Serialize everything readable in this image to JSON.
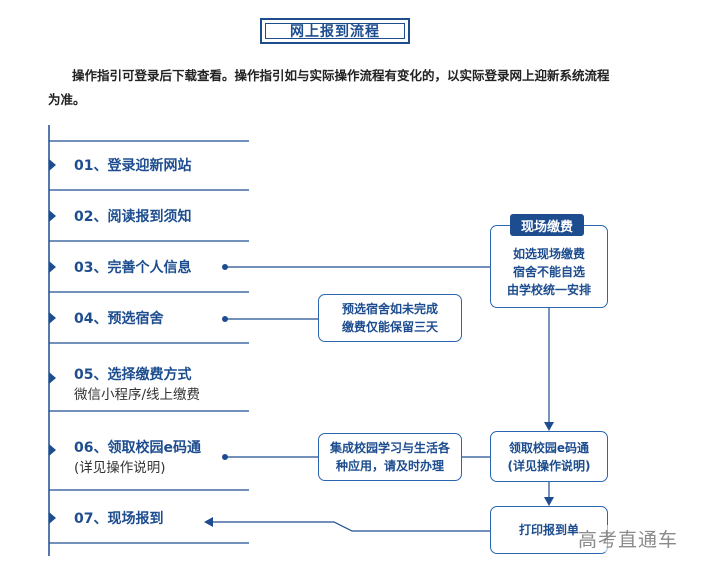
{
  "title": "网上报到流程",
  "intro": {
    "line1": "操作指引可登录后下载查看。操作指引如与实际操作流程有变化的，以实际登录网上迎新系统流程",
    "line2": "为准。"
  },
  "steps": [
    {
      "label": "01、登录迎新网站",
      "sub": ""
    },
    {
      "label": "02、阅读报到须知",
      "sub": ""
    },
    {
      "label": "03、完善个人信息",
      "sub": ""
    },
    {
      "label": "04、预选宿舍",
      "sub": ""
    },
    {
      "label": "05、选择缴费方式",
      "sub": "微信小程序/线上缴费"
    },
    {
      "label": "06、领取校园e码通",
      "sub": "(详见操作说明)"
    },
    {
      "label": "07、现场报到",
      "sub": ""
    }
  ],
  "onsite_payment": {
    "badge": "现场缴费",
    "lines": [
      "如选现场缴费",
      "宿舍不能自选",
      "由学校统一安排"
    ]
  },
  "dorm_note": {
    "lines": [
      "预选宿舍如未完成",
      "缴费仅能保留三天"
    ]
  },
  "ecode_note": {
    "lines": [
      "集成校园学习与生活各",
      "种应用，请及时办理"
    ]
  },
  "ecode_box": {
    "lines": [
      "领取校园e码通",
      "(详见操作说明)"
    ]
  },
  "print_box": {
    "label": "打印报到单"
  },
  "watermark": "高考直通车",
  "colors": {
    "primary": "#1d4d8f",
    "line": "#2a66b0",
    "text": "#333333"
  }
}
